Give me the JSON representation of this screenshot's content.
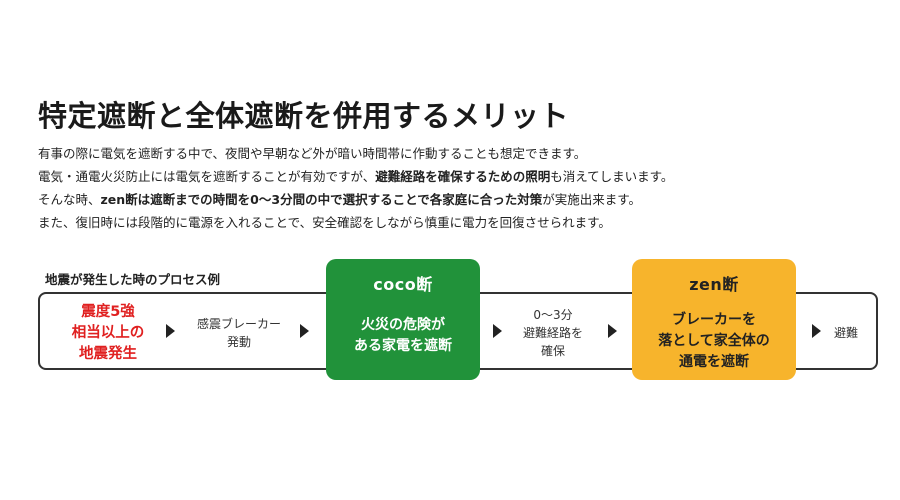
{
  "title": "特定遮断と全体遮断を併用するメリット",
  "paragraphs": {
    "p1": "有事の際に電気を遮断する中で、夜間や早朝など外が暗い時間帯に作動することも想定できます。",
    "p2_a": "電気・通電火災防止には電気を遮断することが有効ですが、",
    "p2_b": "避難経路を確保するための照明",
    "p2_c": "も消えてしまいます。",
    "p3_a": "そんな時、",
    "p3_b": "zen断は遮断までの時間を0〜3分間の中で選択することで各家庭に合った対策",
    "p3_c": "が実施出来ます。",
    "p4": "また、復旧時には段階的に電源を入れることで、安全確認をしながら慎重に電力を回復させられます。"
  },
  "process": {
    "label": "地震が発生した時のプロセス例",
    "step1": [
      "震度5強",
      "相当以上の",
      "地震発生"
    ],
    "step2": [
      "感震ブレーカー",
      "発動"
    ],
    "coco": {
      "title": "coco断",
      "body": [
        "火災の危険が",
        "ある家電を遮断"
      ],
      "color": "#21923a"
    },
    "step4": [
      "0〜3分",
      "避難経路を",
      "確保"
    ],
    "zen": {
      "title": "zen断",
      "body": [
        "ブレーカーを",
        "落として家全体の",
        "通電を遮断"
      ],
      "color": "#f7b42c"
    },
    "step6": "避難"
  },
  "colors": {
    "red_step": "#e02020",
    "frame": "#333333"
  }
}
